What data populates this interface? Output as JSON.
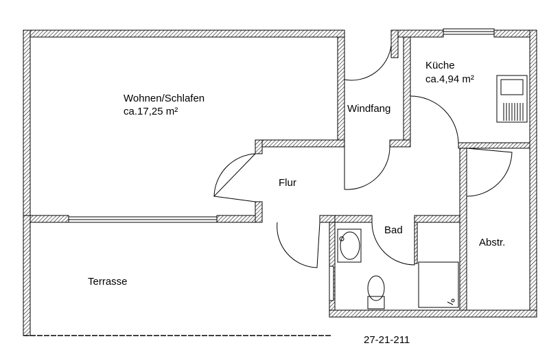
{
  "rooms": {
    "wohnen": {
      "name": "Wohnen/Schlafen",
      "area": "ca.17,25 m²"
    },
    "kueche": {
      "name": "Küche",
      "area": "ca.4,94 m²"
    },
    "windfang": {
      "name": "Windfang"
    },
    "flur": {
      "name": "Flur"
    },
    "bad": {
      "name": "Bad"
    },
    "abstr": {
      "name": "Abstr."
    },
    "terrasse": {
      "name": "Terrasse"
    }
  },
  "plan_id": "27-21-211",
  "colors": {
    "wall_hatch": "#000000",
    "wall_fill": "#ffffff",
    "background": "#ffffff"
  }
}
